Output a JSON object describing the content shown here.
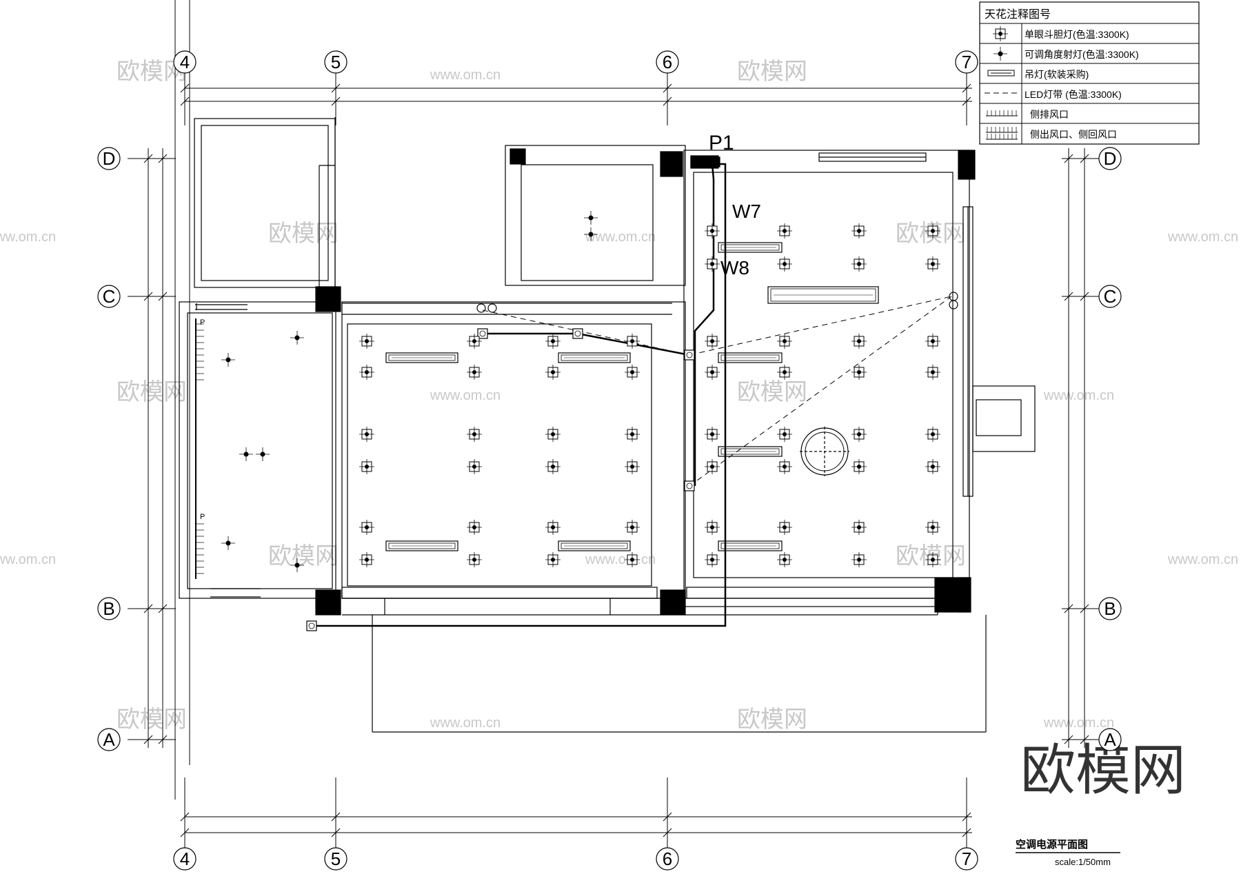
{
  "grid": {
    "columns": [
      "4",
      "5",
      "6",
      "7"
    ],
    "rows": [
      "D",
      "C",
      "B",
      "A"
    ]
  },
  "labels": {
    "panel": "P1",
    "circuit_1": "W7",
    "circuit_2": "W8",
    "vent_mark": "P"
  },
  "legend": {
    "title": "天花注释图号",
    "items": [
      {
        "icon": "single-downlight-icon",
        "label": "单眼斗胆灯(色温:3300K)"
      },
      {
        "icon": "spotlight-icon",
        "label": "可调角度射灯(色温:3300K)"
      },
      {
        "icon": "pendant-lamp-icon",
        "label": "吊灯(软装采购)"
      },
      {
        "icon": "led-strip-icon",
        "label": "LED灯带 (色温:3300K)"
      },
      {
        "icon": "side-exhaust-vent-icon",
        "label": "侧排风口"
      },
      {
        "icon": "side-supply-return-vent-icon",
        "label": "侧出风口、侧回风口"
      }
    ]
  },
  "drawing": {
    "title": "空调电源平面图",
    "scale": "scale:1/50mm"
  },
  "watermarks": {
    "brand": "欧模网",
    "url": "www.om.cn",
    "brand_large": "欧模网"
  },
  "colors": {
    "line": "#000000",
    "watermark": "#c8c8c8"
  }
}
